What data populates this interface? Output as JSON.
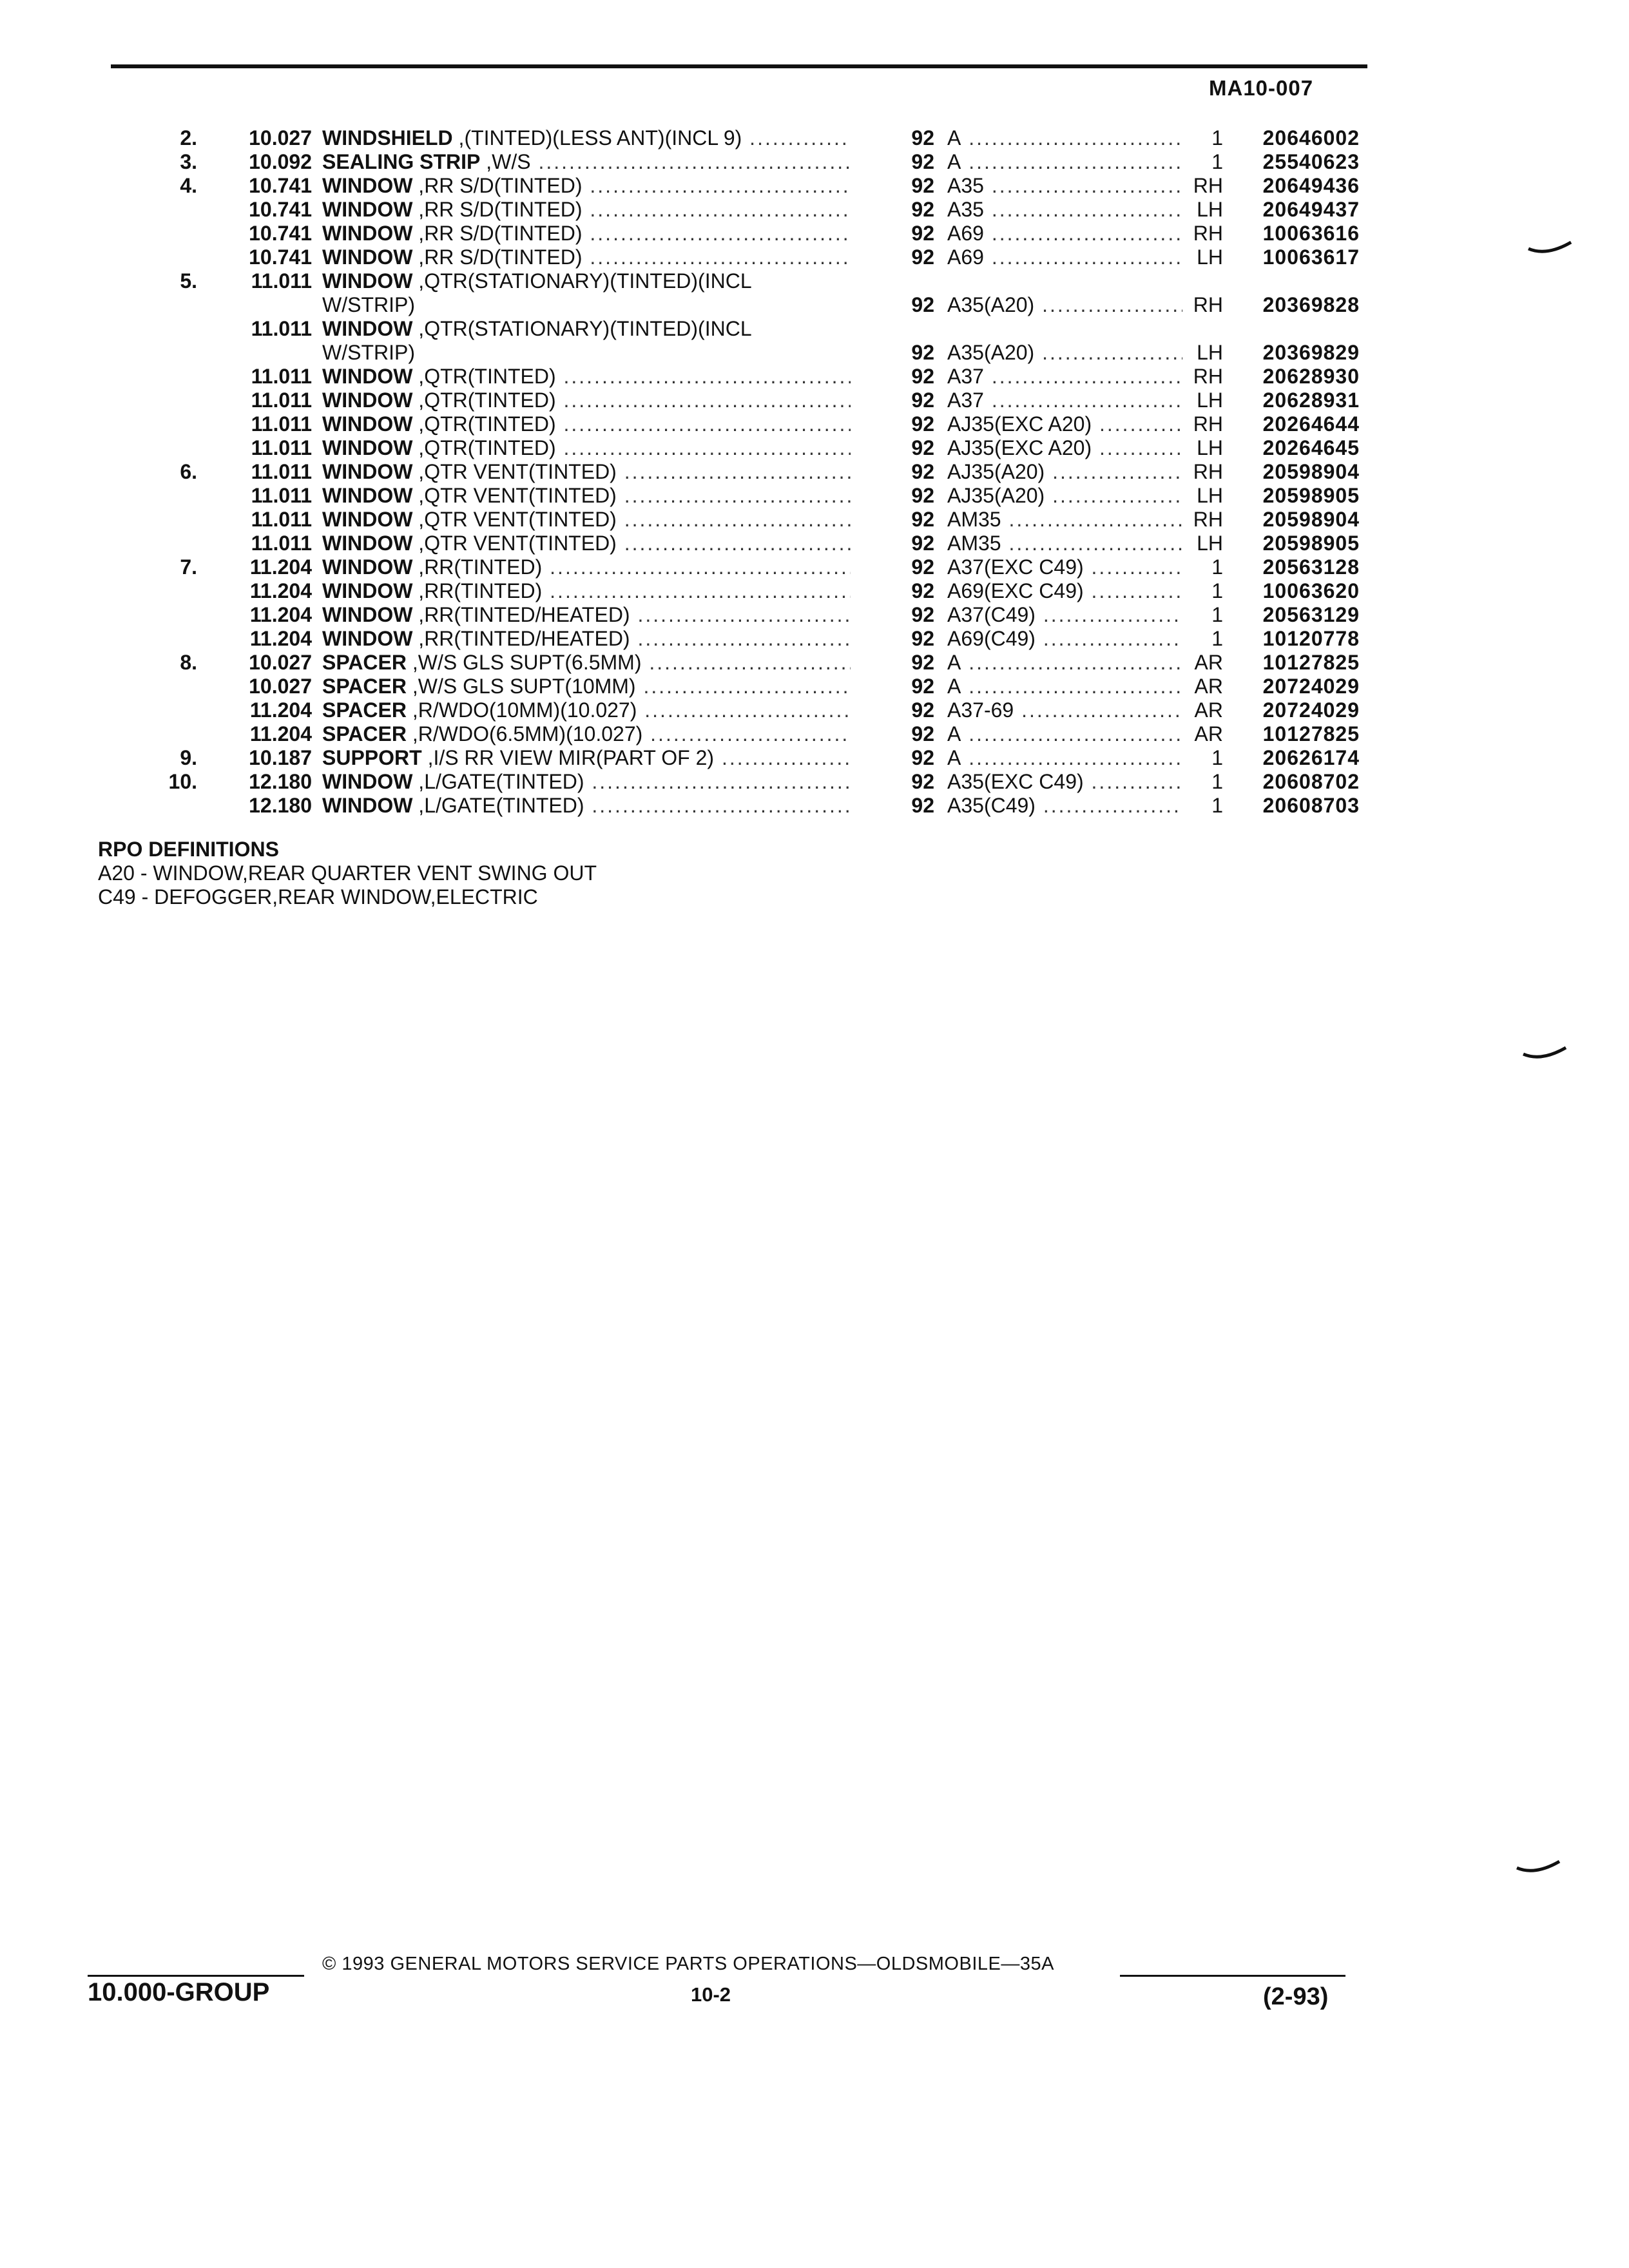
{
  "header": {
    "code": "MA10-007"
  },
  "rows": [
    {
      "item": "2.",
      "group": "10.027",
      "desc_bold": "WINDSHIELD",
      "desc": " ,(TINTED)(LESS ANT)(INCL 9)",
      "desc2": "",
      "year": "92",
      "model": "A",
      "qty": "1",
      "part": "20646002"
    },
    {
      "item": "3.",
      "group": "10.092",
      "desc_bold": "SEALING STRIP",
      "desc": " ,W/S",
      "desc2": "",
      "year": "92",
      "model": "A",
      "qty": "1",
      "part": "25540623"
    },
    {
      "item": "4.",
      "group": "10.741",
      "desc_bold": "WINDOW",
      "desc": " ,RR S/D(TINTED)",
      "desc2": "",
      "year": "92",
      "model": "A35",
      "qty": "RH",
      "part": "20649436"
    },
    {
      "item": "",
      "group": "10.741",
      "desc_bold": "WINDOW",
      "desc": " ,RR S/D(TINTED)",
      "desc2": "",
      "year": "92",
      "model": "A35",
      "qty": "LH",
      "part": "20649437"
    },
    {
      "item": "",
      "group": "10.741",
      "desc_bold": "WINDOW",
      "desc": " ,RR S/D(TINTED)",
      "desc2": "",
      "year": "92",
      "model": "A69",
      "qty": "RH",
      "part": "10063616"
    },
    {
      "item": "",
      "group": "10.741",
      "desc_bold": "WINDOW",
      "desc": " ,RR S/D(TINTED)",
      "desc2": "",
      "year": "92",
      "model": "A69",
      "qty": "LH",
      "part": "10063617"
    },
    {
      "item": "5.",
      "group": "11.011",
      "desc_bold": "WINDOW",
      "desc": " ,QTR(STATIONARY)(TINTED)(INCL",
      "desc2": "W/STRIP)",
      "year": "92",
      "model": "A35(A20)",
      "qty": "RH",
      "part": "20369828"
    },
    {
      "item": "",
      "group": "11.011",
      "desc_bold": "WINDOW",
      "desc": " ,QTR(STATIONARY)(TINTED)(INCL",
      "desc2": "W/STRIP)",
      "year": "92",
      "model": "A35(A20)",
      "qty": "LH",
      "part": "20369829"
    },
    {
      "item": "",
      "group": "11.011",
      "desc_bold": "WINDOW",
      "desc": " ,QTR(TINTED)",
      "desc2": "",
      "year": "92",
      "model": "A37",
      "qty": "RH",
      "part": "20628930"
    },
    {
      "item": "",
      "group": "11.011",
      "desc_bold": "WINDOW",
      "desc": " ,QTR(TINTED)",
      "desc2": "",
      "year": "92",
      "model": "A37",
      "qty": "LH",
      "part": "20628931"
    },
    {
      "item": "",
      "group": "11.011",
      "desc_bold": "WINDOW",
      "desc": " ,QTR(TINTED)",
      "desc2": "",
      "year": "92",
      "model": "AJ35(EXC A20)",
      "qty": "RH",
      "part": "20264644"
    },
    {
      "item": "",
      "group": "11.011",
      "desc_bold": "WINDOW",
      "desc": " ,QTR(TINTED)",
      "desc2": "",
      "year": "92",
      "model": "AJ35(EXC A20)",
      "qty": "LH",
      "part": "20264645"
    },
    {
      "item": "6.",
      "group": "11.011",
      "desc_bold": "WINDOW",
      "desc": " ,QTR VENT(TINTED)",
      "desc2": "",
      "year": "92",
      "model": "AJ35(A20)",
      "qty": "RH",
      "part": "20598904"
    },
    {
      "item": "",
      "group": "11.011",
      "desc_bold": "WINDOW",
      "desc": " ,QTR VENT(TINTED)",
      "desc2": "",
      "year": "92",
      "model": "AJ35(A20)",
      "qty": "LH",
      "part": "20598905"
    },
    {
      "item": "",
      "group": "11.011",
      "desc_bold": "WINDOW",
      "desc": " ,QTR VENT(TINTED)",
      "desc2": "",
      "year": "92",
      "model": "AM35",
      "qty": "RH",
      "part": "20598904"
    },
    {
      "item": "",
      "group": "11.011",
      "desc_bold": "WINDOW",
      "desc": " ,QTR VENT(TINTED)",
      "desc2": "",
      "year": "92",
      "model": "AM35",
      "qty": "LH",
      "part": "20598905"
    },
    {
      "item": "7.",
      "group": "11.204",
      "desc_bold": "WINDOW",
      "desc": " ,RR(TINTED)",
      "desc2": "",
      "year": "92",
      "model": "A37(EXC C49)",
      "qty": "1",
      "part": "20563128"
    },
    {
      "item": "",
      "group": "11.204",
      "desc_bold": "WINDOW",
      "desc": " ,RR(TINTED)",
      "desc2": "",
      "year": "92",
      "model": "A69(EXC C49)",
      "qty": "1",
      "part": "10063620"
    },
    {
      "item": "",
      "group": "11.204",
      "desc_bold": "WINDOW",
      "desc": " ,RR(TINTED/HEATED)",
      "desc2": "",
      "year": "92",
      "model": "A37(C49)",
      "qty": "1",
      "part": "20563129"
    },
    {
      "item": "",
      "group": "11.204",
      "desc_bold": "WINDOW",
      "desc": " ,RR(TINTED/HEATED)",
      "desc2": "",
      "year": "92",
      "model": "A69(C49)",
      "qty": "1",
      "part": "10120778"
    },
    {
      "item": "8.",
      "group": "10.027",
      "desc_bold": "SPACER",
      "desc": " ,W/S GLS SUPT(6.5MM)",
      "desc2": "",
      "year": "92",
      "model": "A",
      "qty": "AR",
      "part": "10127825"
    },
    {
      "item": "",
      "group": "10.027",
      "desc_bold": "SPACER",
      "desc": " ,W/S GLS SUPT(10MM)",
      "desc2": "",
      "year": "92",
      "model": "A",
      "qty": "AR",
      "part": "20724029"
    },
    {
      "item": "",
      "group": "11.204",
      "desc_bold": "SPACER",
      "desc": " ,R/WDO(10MM)(10.027)",
      "desc2": "",
      "year": "92",
      "model": "A37-69",
      "qty": "AR",
      "part": "20724029"
    },
    {
      "item": "",
      "group": "11.204",
      "desc_bold": "SPACER",
      "desc": " ,R/WDO(6.5MM)(10.027)",
      "desc2": "",
      "year": "92",
      "model": "A",
      "qty": "AR",
      "part": "10127825"
    },
    {
      "item": "9.",
      "group": "10.187",
      "desc_bold": "SUPPORT",
      "desc": " ,I/S RR VIEW MIR(PART OF 2)",
      "desc2": "",
      "year": "92",
      "model": "A",
      "qty": "1",
      "part": "20626174"
    },
    {
      "item": "10.",
      "group": "12.180",
      "desc_bold": "WINDOW",
      "desc": " ,L/GATE(TINTED)",
      "desc2": "",
      "year": "92",
      "model": "A35(EXC C49)",
      "qty": "1",
      "part": "20608702"
    },
    {
      "item": "",
      "group": "12.180",
      "desc_bold": "WINDOW",
      "desc": " ,L/GATE(TINTED)",
      "desc2": "",
      "year": "92",
      "model": "A35(C49)",
      "qty": "1",
      "part": "20608703"
    }
  ],
  "rpo": {
    "title": "RPO DEFINITIONS",
    "lines": [
      "A20 - WINDOW,REAR QUARTER VENT SWING OUT",
      "C49 - DEFOGGER,REAR WINDOW,ELECTRIC"
    ]
  },
  "footer": {
    "copyright": "© 1993 GENERAL MOTORS SERVICE PARTS OPERATIONS—OLDSMOBILE—35A",
    "group": "10.000-GROUP",
    "page": "10-2",
    "date": "(2-93)"
  }
}
